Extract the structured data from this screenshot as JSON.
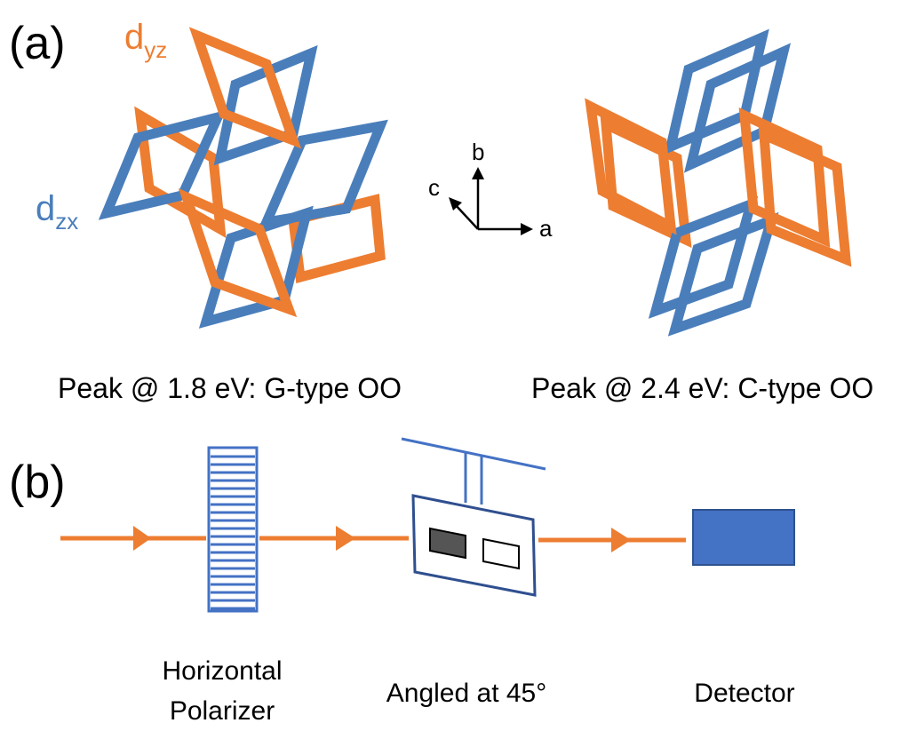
{
  "panels": {
    "a": {
      "label": "(a)",
      "orbital_dyz": {
        "base": "d",
        "sub": "yz",
        "color": "#ed7d31"
      },
      "orbital_dzx": {
        "base": "d",
        "sub": "zx",
        "color": "#4a7ebb"
      },
      "axes": {
        "a": "a",
        "b": "b",
        "c": "c"
      },
      "caption_left": "Peak @ 1.8 eV: G-type OO",
      "caption_right": "Peak @ 2.4 eV: C-type OO"
    },
    "b": {
      "label": "(b)",
      "polarizer_label_line1": "Horizontal",
      "polarizer_label_line2": "Polarizer",
      "sample_label": "Angled at 45°",
      "detector_label": "Detector"
    }
  },
  "colors": {
    "orange": "#ed7d31",
    "blue": "#4a7ebb",
    "detector_fill": "#4472c4",
    "sample_dark": "#555555"
  }
}
